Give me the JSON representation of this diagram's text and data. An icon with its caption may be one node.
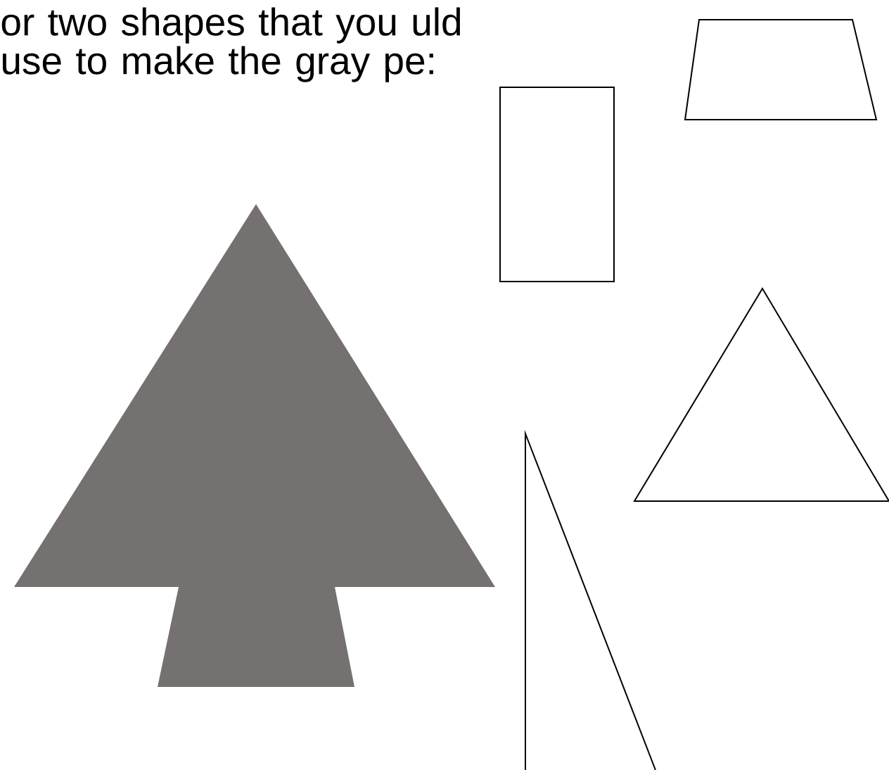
{
  "diagram": {
    "nodes": [
      {
        "text": [],
        "shape": "tree"
      },
      {
        "text": [],
        "shape": "box"
      },
      {
        "text": [],
        "shape": "trapezoid"
      },
      {
        "text": [],
        "shape": "triangle"
      },
      {
        "text": [],
        "shape": "triangle"
      }
    ],
    "labels": [
      "or two shapes that you uld use to make the gray pe:"
    ]
  }
}
